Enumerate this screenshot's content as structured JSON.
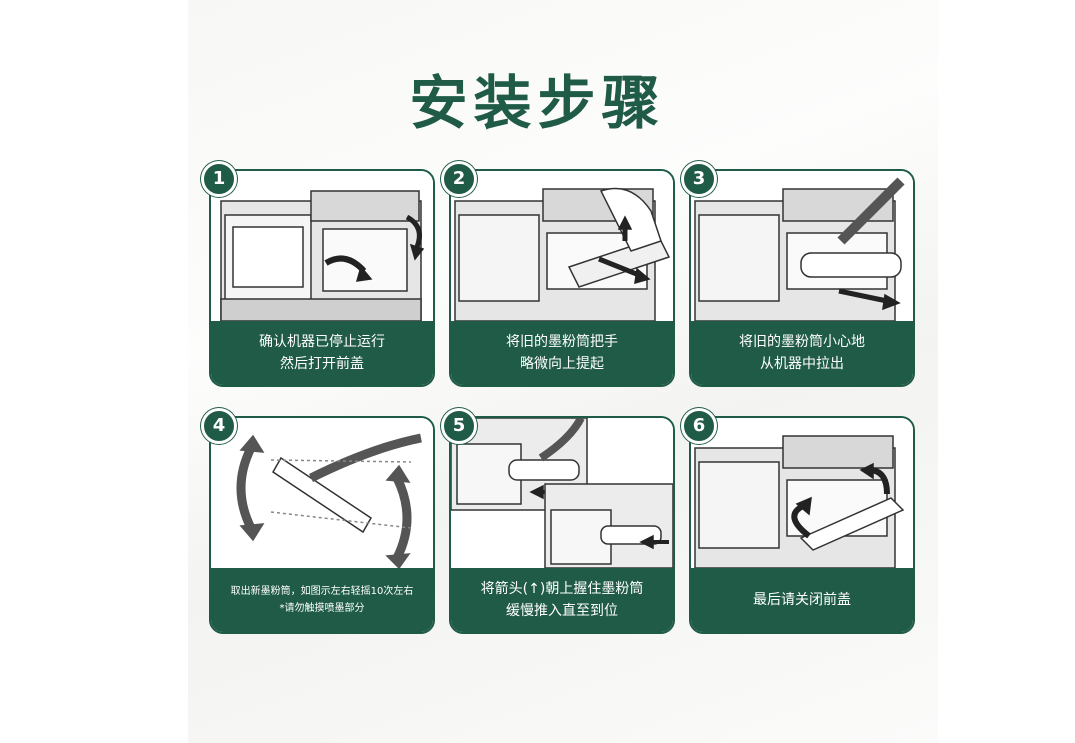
{
  "title": "安装步骤",
  "colors": {
    "brand": "#1f5b47",
    "caption_text": "#ffffff"
  },
  "steps": [
    {
      "number": "1",
      "line1": "确认机器已停止运行",
      "line2": "然后打开前盖"
    },
    {
      "number": "2",
      "line1": "将旧的墨粉筒把手",
      "line2": "略微向上提起"
    },
    {
      "number": "3",
      "line1": "将旧的墨粉筒小心地",
      "line2": "从机器中拉出"
    },
    {
      "number": "4",
      "line1": "取出新墨粉筒，如图示左右轻摇10次左右",
      "line2": "*请勿触摸喷墨部分"
    },
    {
      "number": "5",
      "line1": "将箭头(↑)朝上握住墨粉筒",
      "line2": "缓慢推入直至到位"
    },
    {
      "number": "6",
      "line1": "最后请关闭前盖",
      "line2": ""
    }
  ]
}
